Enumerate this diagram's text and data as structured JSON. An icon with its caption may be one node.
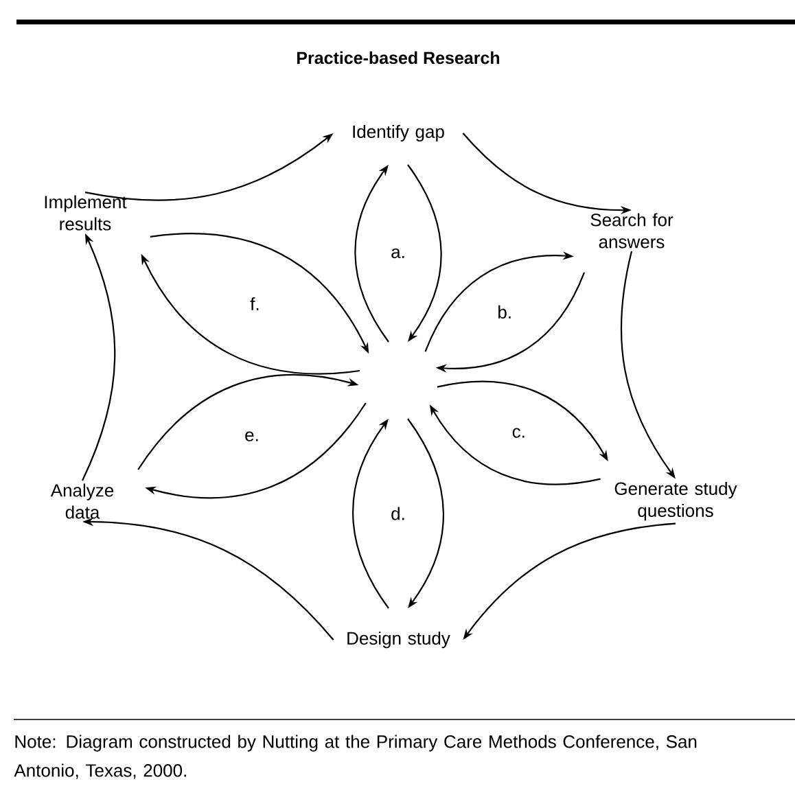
{
  "diagram": {
    "title": "Practice-based Research",
    "caption": "Note: Diagram constructed by Nutting at the Primary Care Methods Conference, San Antonio, Texas, 2000.",
    "nodes": [
      {
        "text": [
          "Identify gap"
        ]
      },
      {
        "text": [
          "Search for answers"
        ]
      },
      {
        "text": [
          "Generate study questions"
        ]
      },
      {
        "text": [
          "Design study"
        ]
      },
      {
        "text": [
          "Analyze data"
        ]
      },
      {
        "text": [
          "Implement results"
        ]
      }
    ],
    "edges": [
      {
        "from": 0,
        "to": 1,
        "arrow": "to"
      },
      {
        "from": 1,
        "to": 2,
        "arrow": "to"
      },
      {
        "from": 2,
        "to": 3,
        "arrow": "to"
      },
      {
        "from": 3,
        "to": 4,
        "arrow": "to"
      },
      {
        "from": 4,
        "to": 5,
        "arrow": "to"
      },
      {
        "from": 5,
        "to": 0,
        "arrow": "to"
      },
      {
        "from": null,
        "to": 0,
        "arrow": "to"
      },
      {
        "from": 0,
        "to": null,
        "arrow": "to"
      },
      {
        "from": null,
        "to": 1,
        "arrow": "to"
      },
      {
        "from": 1,
        "to": null,
        "arrow": "to"
      },
      {
        "from": null,
        "to": 2,
        "arrow": "to"
      },
      {
        "from": 2,
        "to": null,
        "arrow": "to"
      },
      {
        "from": null,
        "to": 3,
        "arrow": "to"
      },
      {
        "from": 3,
        "to": null,
        "arrow": "to"
      },
      {
        "from": null,
        "to": 4,
        "arrow": "to"
      },
      {
        "from": 4,
        "to": null,
        "arrow": "to"
      },
      {
        "from": null,
        "to": 5,
        "arrow": "to"
      },
      {
        "from": 5,
        "to": null,
        "arrow": "to"
      }
    ],
    "labels": [
      "a.",
      "b.",
      "c.",
      "d.",
      "e.",
      "f."
    ]
  }
}
